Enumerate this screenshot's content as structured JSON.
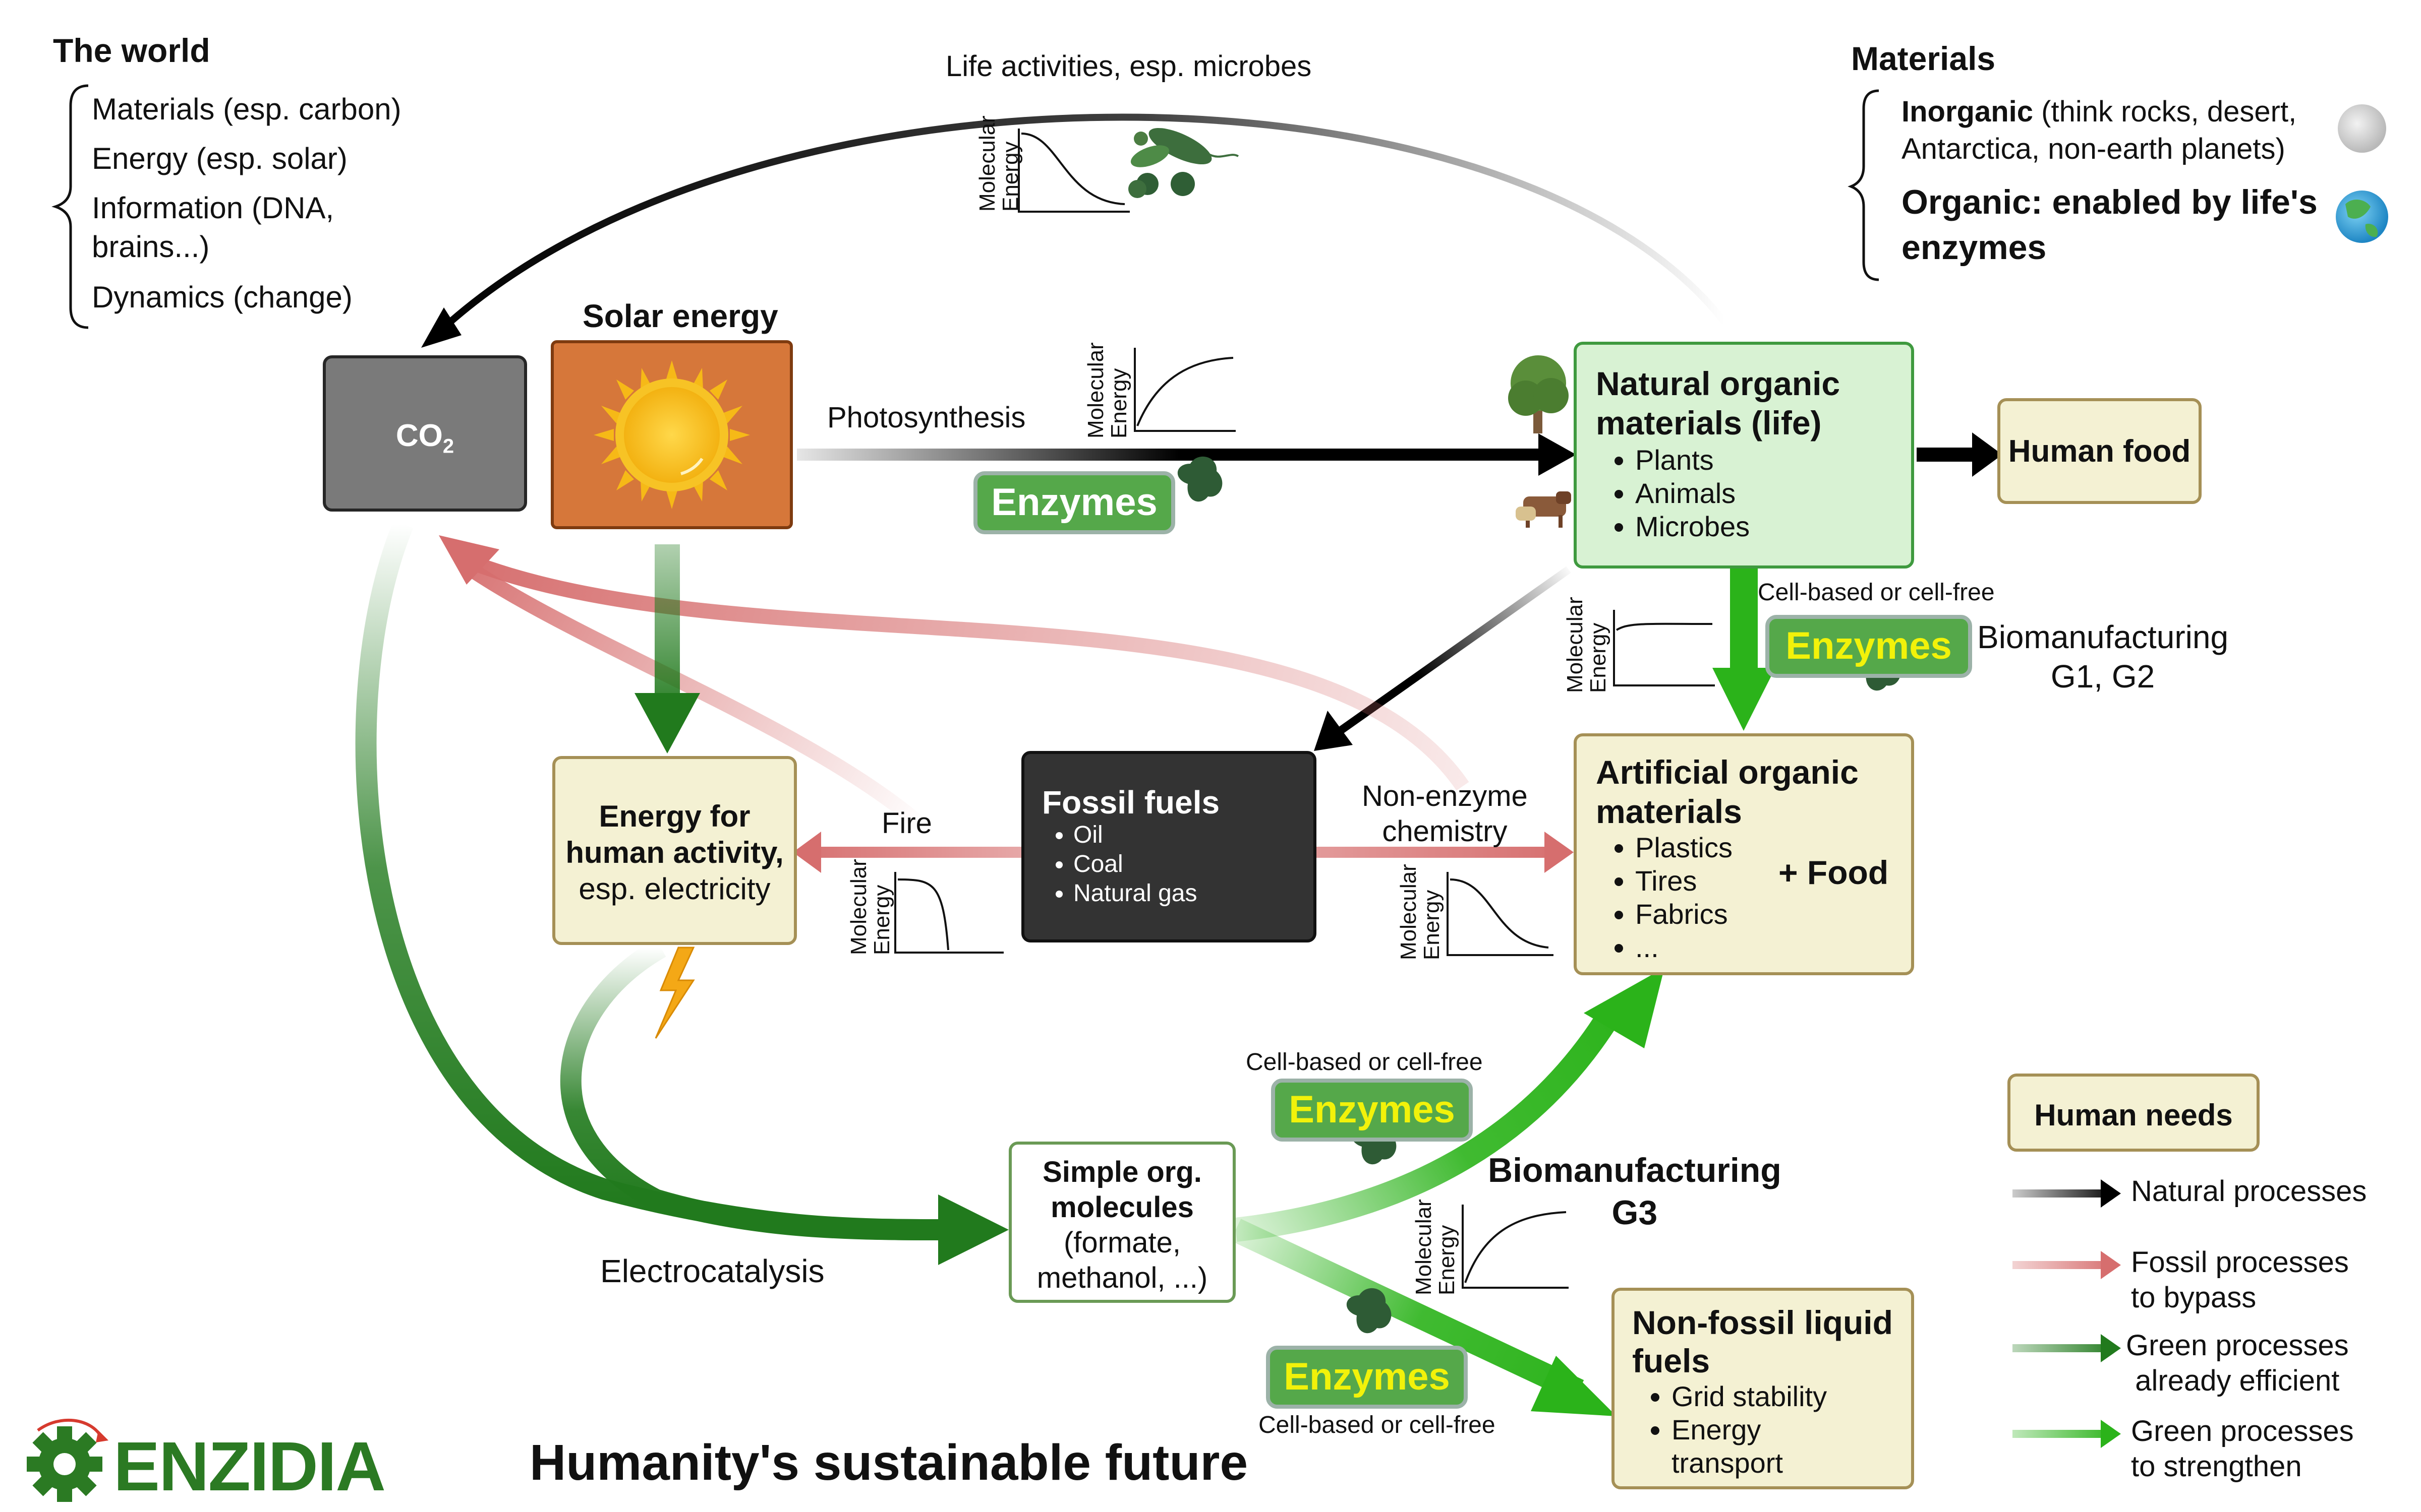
{
  "world": {
    "title": "The world",
    "items": [
      "Materials (esp. carbon)",
      "Energy (esp. solar)",
      "Information (DNA,",
      "brains...)",
      "Dynamics (change)"
    ]
  },
  "materials": {
    "title": "Materials",
    "inorganic_bold": "Inorganic",
    "inorganic_rest": " (think rocks, desert,",
    "inorganic_line2": "Antarctica, non-earth planets)",
    "organic_line1": "Organic: enabled by life's",
    "organic_line2": "enzymes"
  },
  "labels": {
    "life_activities": "Life activities, esp. microbes",
    "photosynthesis": "Photosynthesis",
    "cell_based_1": "Cell-based or cell-free",
    "biomanufacturing_g1": "Biomanufacturing",
    "biomanufacturing_g1b": "G1, G2",
    "fire": "Fire",
    "non_enzyme_1": "Non-enzyme",
    "non_enzyme_2": "chemistry",
    "cell_based_2": "Cell-based or cell-free",
    "biomanufacturing_g3": "Biomanufacturing",
    "biomanufacturing_g3b": "G3",
    "electrocatalysis": "Electrocatalysis",
    "cell_based_3": "Cell-based or cell-free",
    "molecular_energy_1": "Molecular",
    "molecular_energy_2": "Energy",
    "solar_energy": "Solar energy"
  },
  "enzymes_label": "Enzymes",
  "boxes": {
    "co2": {
      "main": "CO",
      "sub": "2"
    },
    "natural": {
      "title1": "Natural organic",
      "title2": "materials (life)",
      "items": [
        "Plants",
        "Animals",
        "Microbes"
      ]
    },
    "human_food": "Human food",
    "energy_human": {
      "line1": "Energy for",
      "line2": "human activity,",
      "line3": "esp. electricity"
    },
    "fossil": {
      "title": "Fossil fuels",
      "items": [
        "Oil",
        "Coal",
        "Natural gas"
      ]
    },
    "artificial": {
      "title1": "Artificial organic",
      "title2": "materials",
      "items": [
        "Plastics",
        "Tires",
        "Fabrics",
        "..."
      ],
      "plus_food": "+ Food"
    },
    "simple": {
      "line1": "Simple org.",
      "line2": "molecules",
      "line3": "(formate,",
      "line4": "methanol, ...)"
    },
    "nonfossil": {
      "title1": "Non-fossil liquid",
      "title2": "fuels",
      "items": [
        "Grid stability",
        "Energy",
        "transport"
      ]
    },
    "human_needs": "Human needs"
  },
  "legend": {
    "natural": "Natural processes",
    "fossil_1": "Fossil processes",
    "fossil_2": "to bypass",
    "green_eff_1": "Green processes",
    "green_eff_2": "already efficient",
    "green_str_1": "Green processes",
    "green_str_2": "to strengthen"
  },
  "footer": {
    "brand": "ENZIDIA",
    "title": "Humanity's sustainable future"
  },
  "colors": {
    "natural": "#000000",
    "fossil": "#d66e6e",
    "green_efficient": "#217a1d",
    "green_strengthen": "#2bb31a",
    "brand": "#2b7a23",
    "enzyme_pill": "#55a84a"
  },
  "icons": [
    "sun-icon",
    "tree-icon",
    "cow-icon",
    "microbes-icon",
    "enzyme-icon",
    "moon-icon",
    "earth-icon",
    "lightning-icon",
    "gear-icon"
  ]
}
